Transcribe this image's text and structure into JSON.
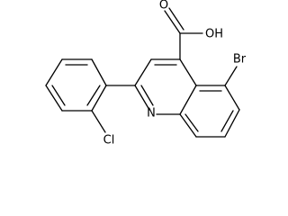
{
  "molecule": {
    "labels": {
      "hydroxyl": "OH",
      "carbonyl_oxygen": "O",
      "bromine": "Br",
      "nitrogen": "N",
      "chlorine": "Cl"
    },
    "colors": {
      "bond": "#000000",
      "text": "#000000",
      "background": "#ffffff"
    }
  }
}
